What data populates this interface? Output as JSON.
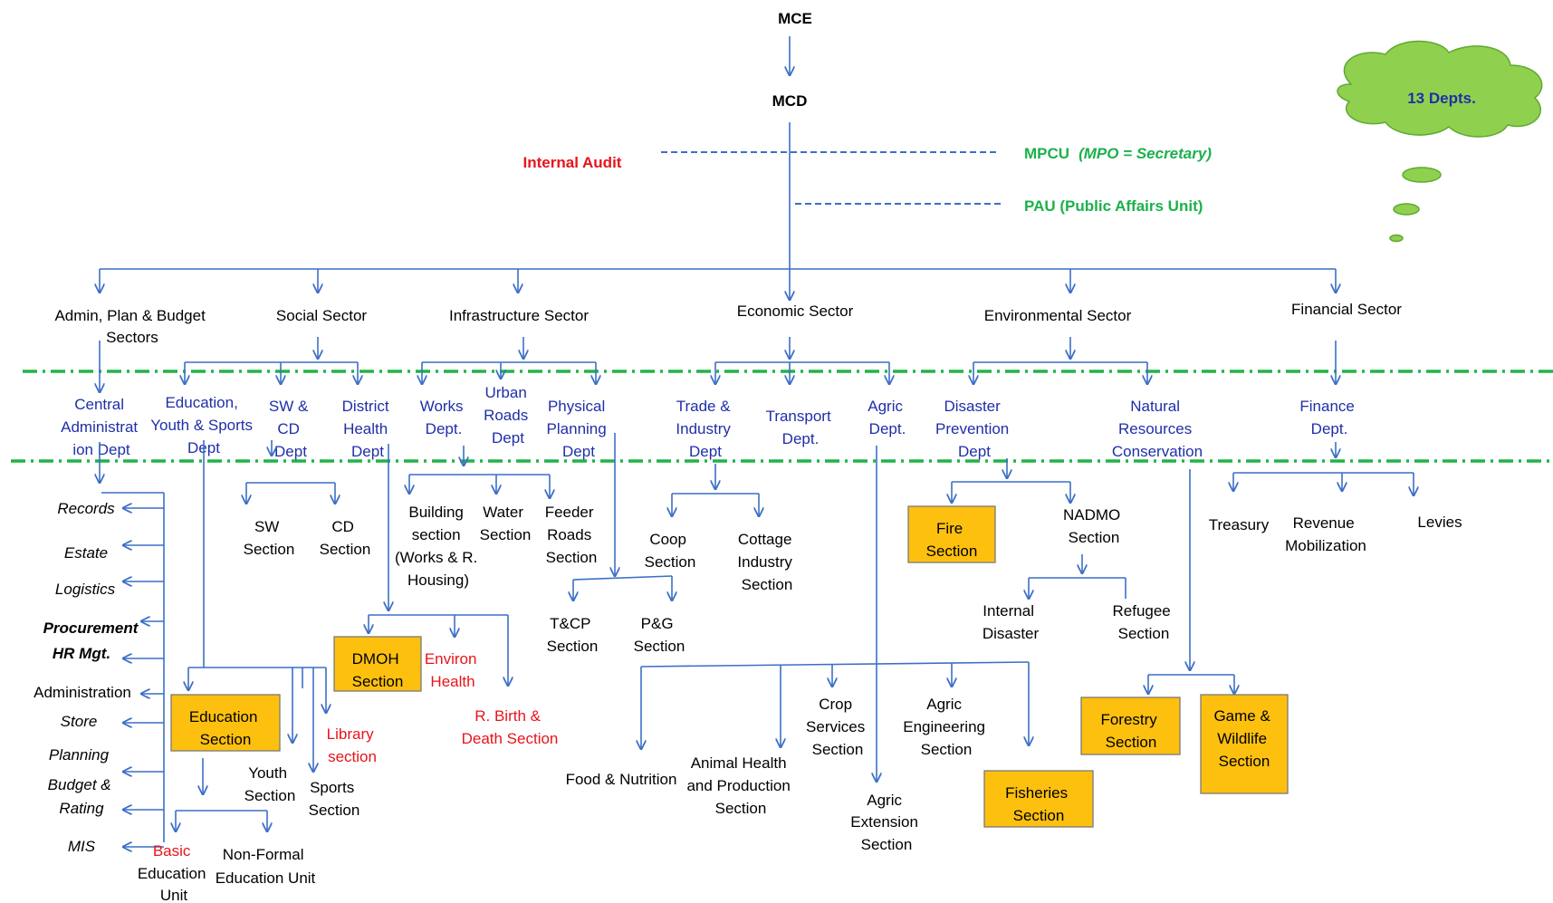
{
  "top": {
    "mce": "MCE",
    "mcd": "MCD"
  },
  "staff": {
    "internal_audit": "Internal Audit",
    "mpcu": "MPCU",
    "mpcu_note": "(MPO = Secretary)",
    "pau": "PAU (Public Affairs Unit)"
  },
  "cloud": {
    "label": "13 Depts."
  },
  "sectors": {
    "admin": [
      "Admin, Plan & Budget",
      "Sectors"
    ],
    "social": [
      "Social Sector"
    ],
    "infra": [
      "Infrastructure Sector"
    ],
    "economic": [
      "Economic Sector"
    ],
    "environmental": [
      "Environmental Sector"
    ],
    "financial": [
      "Financial Sector"
    ]
  },
  "depts": {
    "central_admin": [
      "Central",
      "Administrat",
      "ion Dept"
    ],
    "education": [
      "Education,",
      "Youth & Sports",
      "Dept"
    ],
    "sw_cd": [
      "SW &",
      "CD",
      "Dept"
    ],
    "district_health": [
      "District",
      "Health",
      "Dept"
    ],
    "works": [
      "Works",
      "Dept."
    ],
    "urban_roads": [
      "Urban",
      "Roads",
      "Dept"
    ],
    "physical_planning": [
      "Physical",
      "Planning",
      "Dept"
    ],
    "trade_industry": [
      "Trade &",
      "Industry",
      "Dept"
    ],
    "transport": [
      "Transport",
      "Dept."
    ],
    "agric": [
      "Agric",
      "Dept."
    ],
    "disaster_prevention": [
      "Disaster",
      "Prevention",
      "Dept"
    ],
    "natural_resources": [
      "Natural",
      "Resources",
      "Conservation"
    ],
    "finance": [
      "Finance",
      "Dept."
    ]
  },
  "admin_units": [
    "Records",
    "Estate",
    "Logistics",
    "Procurement",
    "HR Mgt.",
    "Administration",
    "Store",
    "Planning",
    "Budget &",
    "Rating",
    "MIS"
  ],
  "sections": {
    "sw_section": [
      "SW",
      "Section"
    ],
    "cd_section": [
      "CD",
      "Section"
    ],
    "building_section": [
      "Building",
      "section",
      "(Works & R.",
      "Housing)"
    ],
    "water_section": [
      "Water",
      "Section"
    ],
    "feeder_roads": [
      "Feeder",
      "Roads",
      "Section"
    ],
    "coop_section": [
      "Coop",
      "Section"
    ],
    "cottage_industry": [
      "Cottage",
      "Industry",
      "Section"
    ],
    "tcp_section": [
      "T&CP",
      "Section"
    ],
    "pg_section": [
      "P&G",
      "Section"
    ],
    "fire_section": [
      "Fire",
      "Section"
    ],
    "nadmo_section": [
      "NADMO",
      "Section"
    ],
    "internal_disaster": [
      "Internal",
      "Disaster"
    ],
    "refugee_section": [
      "Refugee",
      "Section"
    ],
    "treasury": [
      "Treasury"
    ],
    "revenue_mobilization": [
      "Revenue",
      "Mobilization"
    ],
    "levies": [
      "Levies"
    ],
    "dmoh": [
      "DMOH",
      "Section"
    ],
    "environ_health": [
      "Environ",
      "Health"
    ],
    "birth_death": [
      "R. Birth &",
      "Death Section"
    ],
    "education_section": [
      "Education",
      "Section"
    ],
    "library_section": [
      "Library",
      "section"
    ],
    "youth_section": [
      "Youth",
      "Section"
    ],
    "sports_section": [
      "Sports",
      "Section"
    ],
    "basic_education": [
      "Basic",
      "Education",
      "Unit"
    ],
    "non_formal": [
      "Non-Formal",
      "Education Unit"
    ],
    "food_nutrition": [
      "Food & Nutrition"
    ],
    "animal_health": [
      "Animal Health",
      "and Production",
      "Section"
    ],
    "crop_services": [
      "Crop",
      "Services",
      "Section"
    ],
    "agric_engineering": [
      "Agric",
      "Engineering",
      "Section"
    ],
    "fisheries": [
      "Fisheries",
      "Section"
    ],
    "agric_extension": [
      "Agric",
      "Extension",
      "Section"
    ],
    "forestry": [
      "Forestry",
      "Section"
    ],
    "game_wildlife": [
      "Game &",
      "Wildlife",
      "Section"
    ]
  },
  "colors": {
    "connector": "#3c6fc6",
    "dept_text": "#1f2fa8",
    "highlight_box": "#fdc00f",
    "red_text": "#e8141b",
    "green_text": "#1bb14c",
    "cloud": "#8fd14f"
  }
}
